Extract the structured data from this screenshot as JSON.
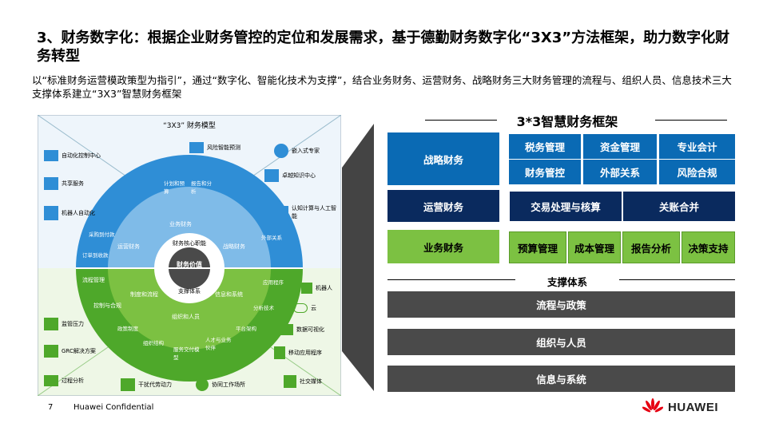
{
  "title": "3、财务数字化：根据企业财务管控的定位和发展需求，基于德勤财务数字化“3X3”方法框架，助力数字化财务转型",
  "subtitle": "以“标准财务运营模政策型为指引”，通过“数字化、智能化技术为支撑”，结合业务财务、运营财务、战略财务三大财务管理的流程与、组织人员、信息技术三大支撑体系建立“3X3”智慧财务框架",
  "model": {
    "title": "“3X3” 财务模型",
    "center": "财务价值",
    "inner_top": "财务核心职能",
    "inner_bottom": "支撑体系",
    "left_items": [
      "自动化控制中心",
      "共享服务",
      "机器人自动化",
      "流程管理",
      "控制与合规",
      "监管压力",
      "GRC解决方案",
      "过程分析"
    ],
    "right_items": [
      "风险智能预测",
      "嵌入式专家",
      "卓越知识中心",
      "认知计算与人工智能",
      "机器人",
      "云",
      "数据可视化",
      "移动应用程序",
      "社交媒体"
    ],
    "bottom_items": [
      "干扰代劳动力",
      "协同工作场所"
    ],
    "core_items": [
      "业务财务",
      "运营财务",
      "战略财务",
      "制度和流程",
      "组织和人员",
      "信息和系统"
    ],
    "ring_items": [
      "计划和预算",
      "报告和分析",
      "外部关系",
      "订单到收款",
      "平台架构",
      "人才与业务伙伴",
      "服务交付模型",
      "组织结构",
      "政策制度",
      "分析技术",
      "应用程序",
      "采购到付款"
    ]
  },
  "right_title": "3*3智慧财务框架",
  "strategy": {
    "label": "战略财务",
    "items": [
      "税务管理",
      "资金管理",
      "专业会计",
      "财务管控",
      "外部关系",
      "风险合规"
    ]
  },
  "operation": {
    "label": "运营财务",
    "items": [
      "交易处理与核算",
      "关账合并"
    ]
  },
  "business": {
    "label": "业务财务",
    "items": [
      "预算管理",
      "成本管理",
      "报告分析",
      "决策支持"
    ]
  },
  "support": {
    "head": "支撑体系",
    "items": [
      "流程与政策",
      "组织与人员",
      "信息与系统"
    ]
  },
  "footer": {
    "page": "7",
    "confidential": "Huawei Confidential",
    "brand": "HUAWEI"
  },
  "colors": {
    "dark_blue": "#0a6ab4",
    "navy": "#0a2a5e",
    "green": "#7cc142",
    "gray": "#4a4a4a",
    "brand_red": "#e60012"
  }
}
